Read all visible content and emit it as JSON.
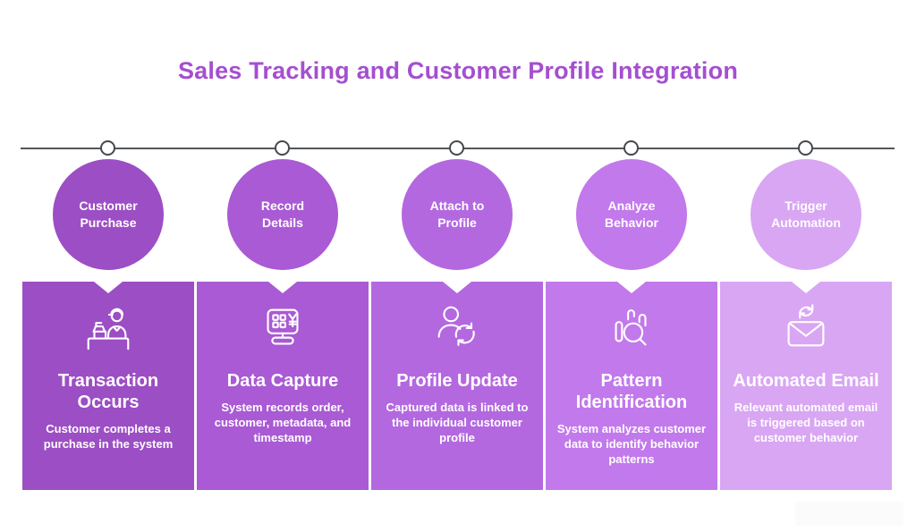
{
  "title": "Sales Tracking and Customer Profile Integration",
  "colors": {
    "title": "#a44fd0",
    "timeline_line": "#53575b",
    "node_border": "#45494d",
    "node_fill": "#ffffff",
    "text_on_cards": "#ffffff"
  },
  "steps": [
    {
      "circle_label_line1": "Customer",
      "circle_label_line2": "Purchase",
      "icon": "cashier-register-icon",
      "card_title": "Transaction Occurs",
      "card_description": "Customer completes a purchase in the system",
      "color": "#9c4ec4"
    },
    {
      "circle_label_line1": "Record",
      "circle_label_line2": "Details",
      "icon": "pos-terminal-icon",
      "card_title": "Data Capture",
      "card_description": "System records order, customer, metadata, and timestamp",
      "color": "#a95ad4"
    },
    {
      "circle_label_line1": "Attach to",
      "circle_label_line2": "Profile",
      "icon": "person-sync-icon",
      "card_title": "Profile Update",
      "card_description": "Captured data is linked to the individual customer profile",
      "color": "#b368e0"
    },
    {
      "circle_label_line1": "Analyze",
      "circle_label_line2": "Behavior",
      "icon": "chart-magnifier-icon",
      "card_title": "Pattern Identification",
      "card_description": "System analyzes customer data to identify behavior patterns",
      "color": "#c279ec"
    },
    {
      "circle_label_line1": "Trigger",
      "circle_label_line2": "Automation",
      "icon": "email-sync-icon",
      "card_title": "Automated Email",
      "card_description": "Relevant automated email is triggered based on customer behavior",
      "color": "#d9a6f3"
    }
  ]
}
